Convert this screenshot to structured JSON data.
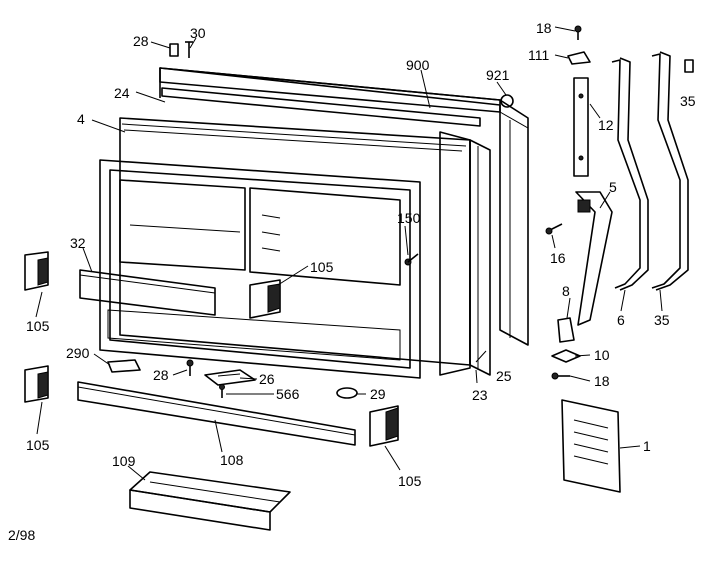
{
  "labels": {
    "l28a": "28",
    "l30": "30",
    "l900": "900",
    "l921": "921",
    "l18a": "18",
    "l111": "111",
    "l35a": "35",
    "l24": "24",
    "l4": "4",
    "l12": "12",
    "l5": "5",
    "l150": "150",
    "l32": "32",
    "l105a": "105",
    "l16": "16",
    "l105b": "105",
    "l8": "8",
    "l6": "6",
    "l35b": "35",
    "l290": "290",
    "l10": "10",
    "l28b": "28",
    "l26": "26",
    "l25": "25",
    "l18b": "18",
    "l29": "29",
    "l566": "566",
    "l23": "23",
    "l105c": "105",
    "l1": "1",
    "l108": "108",
    "l109": "109",
    "l105d": "105"
  },
  "footer": {
    "date_code": "2/98"
  }
}
